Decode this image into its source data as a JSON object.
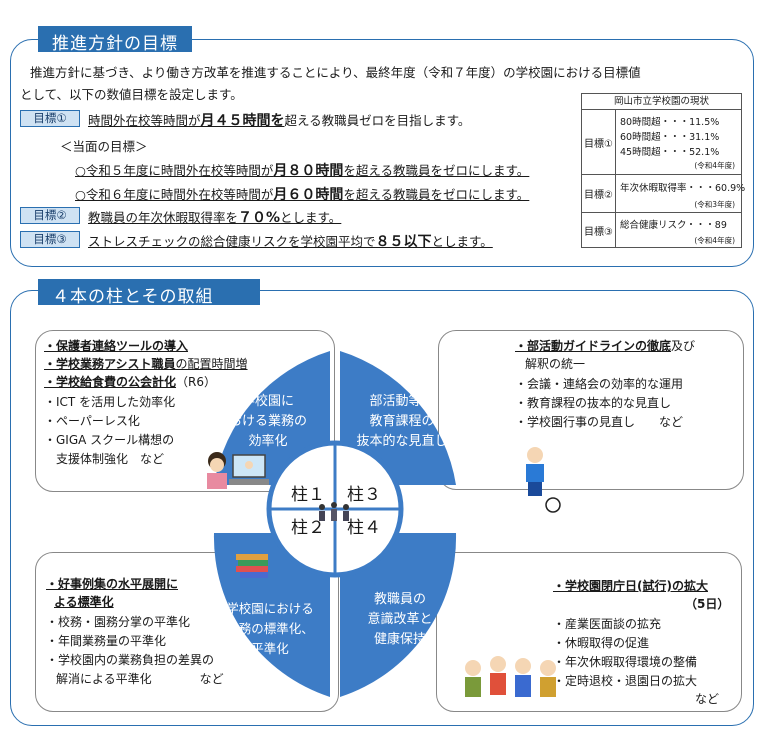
{
  "section1": {
    "title": "推進方針の目標",
    "intro_line1": "推進方針に基づき、より働き方改革を推進することにより、最終年度（令和７年度）の学校園における目標値",
    "intro_line2": "として、以下の数値目標を設定します。",
    "goal1": {
      "tag": "目標①",
      "pre": "時間外在校等時間が",
      "highlight": "月４５時間を",
      "post": "超える教職員ゼロを目指します。"
    },
    "current_goals_label": "＜当面の目標＞",
    "current1": {
      "pre": "○令和５年度に時間外在校等時間が",
      "highlight": "月８０時間",
      "post": "を超える教職員をゼロにします。"
    },
    "current2": {
      "pre": "○令和６年度に時間外在校等時間が",
      "highlight": "月６０時間",
      "post": "を超える教職員をゼロにします。"
    },
    "goal2": {
      "tag": "目標②",
      "pre": "教職員の年次休暇取得率を",
      "highlight": "７０%",
      "post": "とします。"
    },
    "goal3": {
      "tag": "目標③",
      "pre": "ストレスチェックの総合健康リスクを学校園平均で",
      "highlight": "８５以下",
      "post": "とします。"
    },
    "status_table": {
      "header": "岡山市立学校園の現状",
      "rows": [
        {
          "label": "目標①",
          "values": [
            "80時間超・・・11.5%",
            "60時間超・・・31.1%",
            "45時間超・・・52.1%"
          ],
          "note": "(令和4年度)"
        },
        {
          "label": "目標②",
          "values": [
            "年次休暇取得率・・・60.9%"
          ],
          "note": "(令和3年度)"
        },
        {
          "label": "目標③",
          "values": [
            "総合健康リスク・・・89"
          ],
          "note": "(令和4年度)"
        }
      ]
    }
  },
  "section2": {
    "title": "４本の柱とその取組",
    "quadrants": {
      "q1": {
        "lines": [
          "・保護者連絡ツールの導入",
          "・学校業務アシスト職員",
          "の配置時間増",
          "・学校給食費の公会計化",
          "（R6）",
          "・ICT を活用した効率化",
          "・ペーパーレス化",
          "・GIGA スクール構想の",
          "支援体制強化　など"
        ]
      },
      "q2": {
        "lines": [
          "・部活動ガイドラインの徹底",
          "及び",
          "解釈の統一",
          "・会議・連絡会の効率的な運用",
          "・教育課程の抜本的な見直し",
          "・学校園行事の見直し　　など"
        ]
      },
      "q3": {
        "lines": [
          "・好事例集の水平展開に",
          "よる標準化",
          "・校務・園務分掌の平準化",
          "・年間業務量の平準化",
          "・学校園内の業務負担の差異の",
          "解消による平準化　　　　など"
        ]
      },
      "q4": {
        "lines": [
          "・学校園閉庁日(試行)の拡大",
          "（5日）",
          "・産業医面談の拡充",
          "・休暇取得の促進",
          "・年次休暇取得環境の整備",
          "・定時退校・退園日の拡大",
          "など"
        ]
      }
    },
    "wheel": {
      "seg1": [
        "学校園に",
        "おける業務の",
        "効率化"
      ],
      "seg2": [
        "部活動等と",
        "教育課程の",
        "抜本的な見直し"
      ],
      "seg3": [
        "学校園における",
        "業務の標準化、",
        "平準化"
      ],
      "seg4": [
        "教職員の",
        "意識改革と",
        "健康保持"
      ],
      "pillar1": "柱１",
      "pillar2": "柱２",
      "pillar3": "柱３",
      "pillar4": "柱４"
    }
  },
  "colors": {
    "accent": "#2a6fb0",
    "tag_bg": "#cfe2f3",
    "segment": "#3d7cc6"
  }
}
